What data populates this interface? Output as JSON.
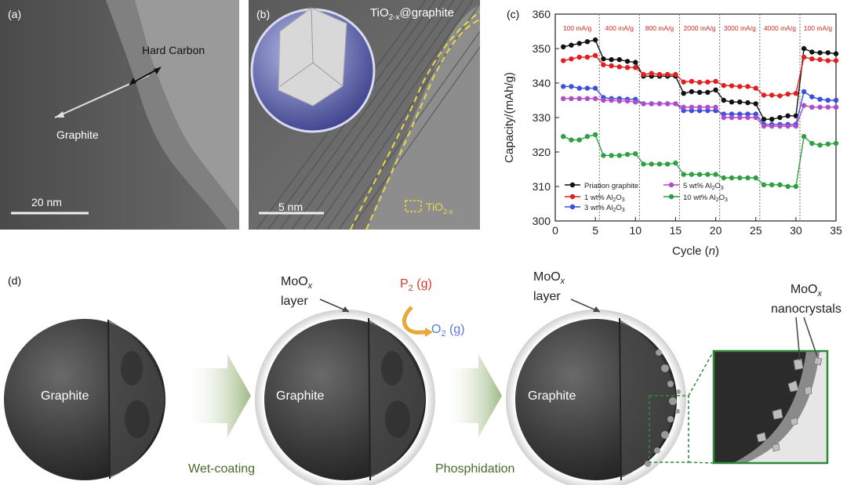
{
  "panel_a": {
    "tag": "(a)",
    "hard_carbon": "Hard Carbon",
    "graphite": "Graphite",
    "scale": "20 nm"
  },
  "panel_b": {
    "tag": "(b)",
    "title_main": "TiO",
    "title_sub": "2-x",
    "title_rest": "@graphite",
    "scale": "5 nm",
    "tio2_main": "TiO",
    "tio2_sub": "2-x"
  },
  "panel_c": {
    "tag": "(c)"
  },
  "panel_d": {
    "tag": "(d)",
    "graphite_1": "Graphite",
    "graphite_2": "Graphite",
    "graphite_3": "Graphite",
    "wet_coating": "Wet-coating",
    "phosphidation": "Phosphidation",
    "moox_main": "MoO",
    "moox_sub": "x",
    "layer": "layer",
    "nanocrystals": "nanocrystals",
    "p2_main": "P",
    "p2_sub": "2",
    "p2_rest": " (g)",
    "o2_main": "O",
    "o2_sub": "2",
    "o2_rest": " (g)"
  },
  "chart_data": {
    "type": "line",
    "xlabel": "Cycle",
    "xlabel_var": "n",
    "ylabel": "Capacity/(mAh/g)",
    "xlim": [
      0,
      35
    ],
    "ylim": [
      300,
      360
    ],
    "xticks": [
      0,
      5,
      10,
      15,
      20,
      25,
      30,
      35
    ],
    "yticks": [
      300,
      310,
      320,
      330,
      340,
      350,
      360
    ],
    "rate_labels": [
      "100 mA/g",
      "400 mA/g",
      "800 mA/g",
      "2000 mA/g",
      "3000 mA/g",
      "4000 mA/g",
      "100 mA/g"
    ],
    "segment_boundaries": [
      5.5,
      10.5,
      15.5,
      20.5,
      25.5,
      30.5
    ],
    "legend_position": "bottom-left",
    "series": [
      {
        "name": "Priation graphite",
        "color": "#111111",
        "x": [
          1,
          2,
          3,
          4,
          5,
          6,
          7,
          8,
          9,
          10,
          11,
          12,
          13,
          14,
          15,
          16,
          17,
          18,
          19,
          20,
          21,
          22,
          23,
          24,
          25,
          26,
          27,
          28,
          29,
          30,
          31,
          32,
          33,
          34,
          35
        ],
        "y": [
          350.5,
          351,
          351.5,
          352,
          352.5,
          347,
          346.8,
          346.8,
          346.3,
          346,
          342,
          342,
          342,
          342,
          342,
          337,
          337.5,
          337.3,
          337.3,
          338,
          335,
          334.5,
          334.5,
          334.3,
          334,
          329.5,
          329.5,
          330,
          330.5,
          330.5,
          350,
          349,
          348.8,
          348.8,
          348.5
        ]
      },
      {
        "name": "1 wt% Al2O3",
        "color": "#e02020",
        "x": [
          1,
          2,
          3,
          4,
          5,
          6,
          7,
          8,
          9,
          10,
          11,
          12,
          13,
          14,
          15,
          16,
          17,
          18,
          19,
          20,
          21,
          22,
          23,
          24,
          25,
          26,
          27,
          28,
          29,
          30,
          31,
          32,
          33,
          34,
          35
        ],
        "y": [
          346.5,
          347,
          347.5,
          347.5,
          348,
          345.3,
          345,
          344.7,
          344.5,
          344.5,
          342.5,
          342.8,
          342.5,
          342.5,
          342.5,
          340.3,
          340.5,
          340.2,
          340.3,
          340.5,
          339.3,
          339.2,
          339,
          339,
          338.5,
          336.5,
          336.5,
          336.3,
          336.8,
          337,
          347.5,
          347,
          346.8,
          346.5,
          346.5
        ]
      },
      {
        "name": "3 wt% Al2O3",
        "color": "#3b4fd8",
        "x": [
          1,
          2,
          3,
          4,
          5,
          6,
          7,
          8,
          9,
          10,
          11,
          12,
          13,
          14,
          15,
          16,
          17,
          18,
          19,
          20,
          21,
          22,
          23,
          24,
          25,
          26,
          27,
          28,
          29,
          30,
          31,
          32,
          33,
          34,
          35
        ],
        "y": [
          339,
          339,
          338.5,
          338.5,
          338.5,
          335.8,
          335.5,
          335.5,
          335.3,
          335.3,
          334,
          334,
          334,
          334,
          334,
          332,
          332,
          332,
          332,
          332,
          331,
          331,
          331,
          331,
          331,
          328,
          328,
          328,
          328,
          328,
          337.5,
          336,
          335.3,
          335,
          335
        ]
      },
      {
        "name": "5 wt% Al2O3",
        "color": "#b04cc8",
        "x": [
          1,
          2,
          3,
          4,
          5,
          6,
          7,
          8,
          9,
          10,
          11,
          12,
          13,
          14,
          15,
          16,
          17,
          18,
          19,
          20,
          21,
          22,
          23,
          24,
          25,
          26,
          27,
          28,
          29,
          30,
          31,
          32,
          33,
          34,
          35
        ],
        "y": [
          335.5,
          335.5,
          335.5,
          335.5,
          335.5,
          335,
          335,
          334.8,
          334.8,
          334.5,
          334,
          334,
          334,
          334,
          334,
          333,
          333,
          333,
          333,
          333,
          330,
          330,
          330,
          330,
          330,
          327.5,
          327.5,
          327.5,
          327.5,
          327.5,
          333.5,
          333,
          333,
          333,
          333
        ]
      },
      {
        "name": "10 wt% Al2O3",
        "color": "#2ea043",
        "x": [
          1,
          2,
          3,
          4,
          5,
          6,
          7,
          8,
          9,
          10,
          11,
          12,
          13,
          14,
          15,
          16,
          17,
          18,
          19,
          20,
          21,
          22,
          23,
          24,
          25,
          26,
          27,
          28,
          29,
          30,
          31,
          32,
          33,
          34,
          35
        ],
        "y": [
          324.5,
          323.5,
          323.5,
          324.5,
          325,
          319,
          319,
          319,
          319.3,
          319.5,
          316.5,
          316.5,
          316.5,
          316.5,
          316.8,
          313.5,
          313.5,
          313.5,
          313.5,
          313.5,
          312.5,
          312.5,
          312.5,
          312.5,
          312.5,
          310.5,
          310.5,
          310.5,
          310,
          310,
          324.5,
          322.5,
          322,
          322.3,
          322.5
        ]
      }
    ]
  },
  "colors": {
    "rate_label": "#d62a1c",
    "panel_border": "#2e8b3a",
    "arrow": "#b9cca0",
    "o2": "#5a7ad8",
    "p2": "#d43a2a"
  }
}
